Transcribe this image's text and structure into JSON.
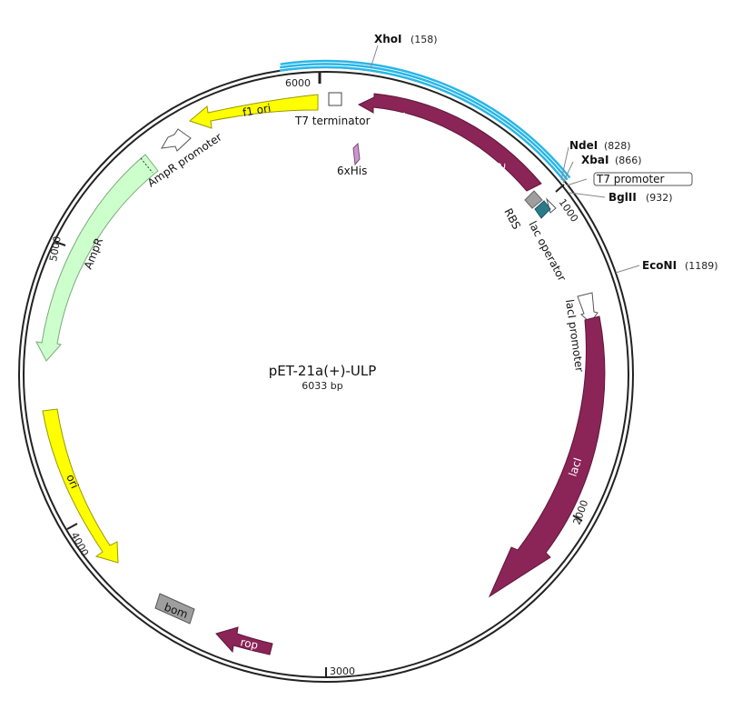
{
  "plasmid": {
    "name": "pET-21a(+)-ULP",
    "length_label": "6033 bp"
  },
  "ticks": [
    {
      "label": "1000"
    },
    {
      "label": "2000"
    },
    {
      "label": "3000"
    },
    {
      "label": "4000"
    },
    {
      "label": "5000"
    },
    {
      "label": "6000"
    }
  ],
  "sites": [
    {
      "name": "XhoI",
      "pos": "(158)"
    },
    {
      "name": "NdeI",
      "pos": "(828)"
    },
    {
      "name": "XbaI",
      "pos": "(866)"
    },
    {
      "name": "BglII",
      "pos": "(932)"
    },
    {
      "name": "EcoNI",
      "pos": "(1189)"
    }
  ],
  "features": {
    "ulp": "ULP( SUMO protease)",
    "his": "6xHis",
    "t7_terminator": "T7 terminator",
    "f1_ori": "f1 ori",
    "ampr_promoter": "AmpR promoter",
    "ampr": "AmpR",
    "ori": "ori",
    "bom": "bom",
    "rop": "rop",
    "laci": "lacI",
    "laci_promoter": "lacI promoter",
    "t7_promoter": "T7 promoter",
    "rbs": "RBS",
    "lac_operator": "lac operator"
  },
  "colors": {
    "backbone": "#222222",
    "insert_highlight": "#29b6e6",
    "protein_coding": "#8b2457",
    "origin": "#ffff00",
    "ampr": "#ccffcc",
    "promoter": "#ffffff",
    "bom": "#9e9e9e",
    "rbs": "#9e9e9e",
    "lac_operator": "#2b7a8a",
    "his_tag": "#c997c9"
  }
}
